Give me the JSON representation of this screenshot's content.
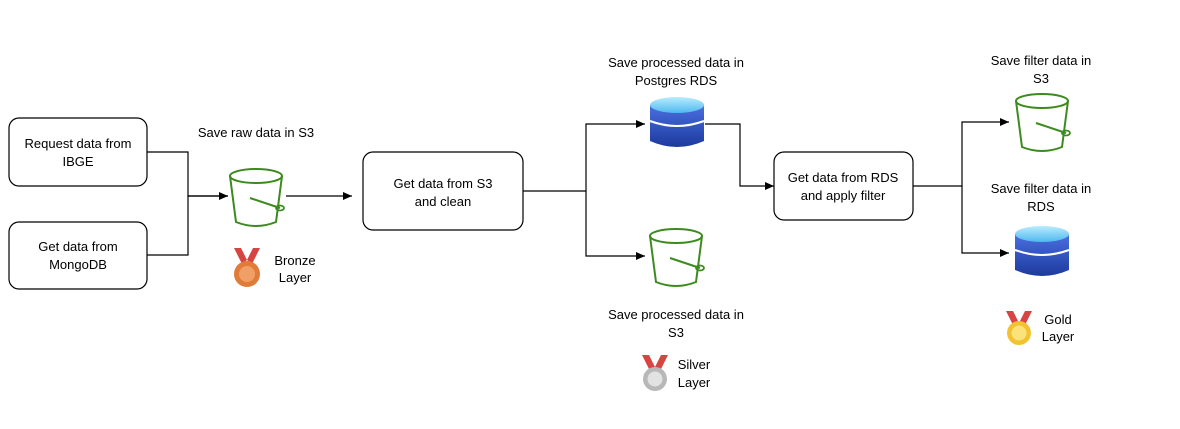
{
  "boxes": {
    "request_ibge": [
      "Request data from",
      "IBGE"
    ],
    "get_mongodb": [
      "Get data from",
      "MongoDB"
    ],
    "get_s3_clean": [
      "Get data from S3",
      "and clean"
    ],
    "get_rds_filter": [
      "Get data from RDS",
      "and apply filter"
    ]
  },
  "labels": {
    "save_raw_s3": "Save raw data in S3",
    "save_processed_rds": [
      "Save processed data in",
      "Postgres RDS"
    ],
    "save_processed_s3": [
      "Save processed data in",
      "S3"
    ],
    "save_filter_s3": [
      "Save filter data in",
      "S3"
    ],
    "save_filter_rds": [
      "Save filter data in",
      "RDS"
    ]
  },
  "layers": {
    "bronze": [
      "Bronze",
      "Layer"
    ],
    "silver": [
      "Silver",
      "Layer"
    ],
    "gold": [
      "Gold",
      "Layer"
    ]
  },
  "icons": {
    "bucket": "s3-bucket-icon",
    "database": "rds-database-icon",
    "medal": "medal-icon"
  },
  "colors": {
    "bucket": "#3d8b1f",
    "db_top": "#7fd3f7",
    "db_body": "#2f4fbf",
    "bronze": "#e07b39",
    "silver": "#b8b8b8",
    "gold": "#f2c230",
    "ribbon": "#d64541"
  }
}
